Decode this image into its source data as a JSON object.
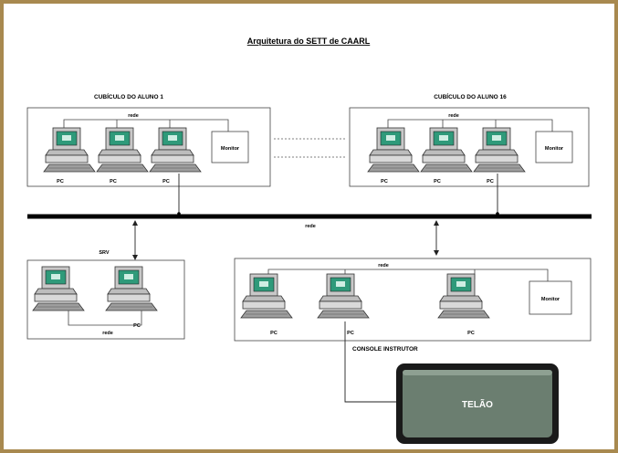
{
  "title": "Arquitetura do SETT de CAARL",
  "cubicle_1": {
    "label": "CUBÍCULO DO ALUNO 1",
    "lan": "rede",
    "device_box": "Monitor",
    "pc_labels": [
      "PC",
      "PC",
      "PC"
    ]
  },
  "cubicle_2": {
    "label": "CUBÍCULO DO ALUNO 16",
    "lan": "rede",
    "device_box": "Monitor",
    "pc_labels": [
      "PC",
      "PC",
      "PC"
    ]
  },
  "backbone_label": "rede",
  "server_group": {
    "label": "SRV",
    "lan": "rede",
    "pc_labels": [
      "",
      "PC"
    ]
  },
  "instructor": {
    "lan": "rede",
    "device_box": "Monitor",
    "pc_labels": [
      "PC",
      "PC",
      "PC"
    ],
    "console_label": "CONSOLE INSTRUTOR"
  },
  "screen_label": "TELÃO",
  "colors": {
    "frame": "#a8894f",
    "monitor_screen": "#2f9a7a",
    "screen_fill": "#6b7e70",
    "screen_border": "#1a1a1a"
  }
}
